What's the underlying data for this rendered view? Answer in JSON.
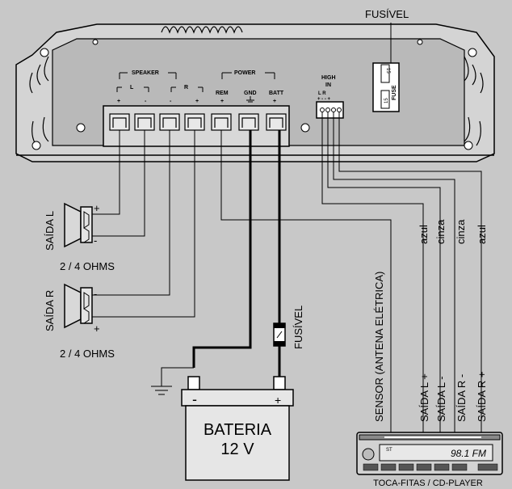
{
  "amplifier": {
    "speaker_label": "SPEAKER",
    "power_label": "POWER",
    "left_ch": "L",
    "right_ch": "R",
    "terminals": [
      "+",
      "-",
      "-",
      "+",
      "REM",
      "GND",
      "BATT"
    ],
    "power_terms": [
      "+",
      "+"
    ],
    "high_in_line1": "HIGH",
    "high_in_line2": "IN",
    "high_in_sub": "L      R",
    "high_in_pol": "+ -   - +",
    "fuse_label": "FUSE",
    "fuse_value": "15",
    "fuse_value2": "15"
  },
  "top_fuse_label": "FUSÍVEL",
  "speaker_l": {
    "label": "SAÍDA L",
    "impedance": "2 / 4 OHMS",
    "plus": "+",
    "minus": "-"
  },
  "speaker_r": {
    "label": "SAÍDA R",
    "impedance": "2 / 4 OHMS",
    "plus": "+",
    "minus": "-"
  },
  "wire_fuse_label": "FUSÍVEL",
  "battery": {
    "title": "BATERIA",
    "voltage": "12 V",
    "minus": "-",
    "plus": "+"
  },
  "wire_colors": [
    "azul",
    "cinza",
    "cinza",
    "azul"
  ],
  "wire_labels": [
    "SENSOR (ANTENA ELÉTRICA)",
    "SAÍDA L +",
    "SAÍDA L -",
    "SAÍDA R -",
    "SAÍDA R +"
  ],
  "head_unit": {
    "display": "98.1 FM",
    "ch": "ST",
    "caption": "TOCA-FITAS / CD-PLAYER"
  }
}
